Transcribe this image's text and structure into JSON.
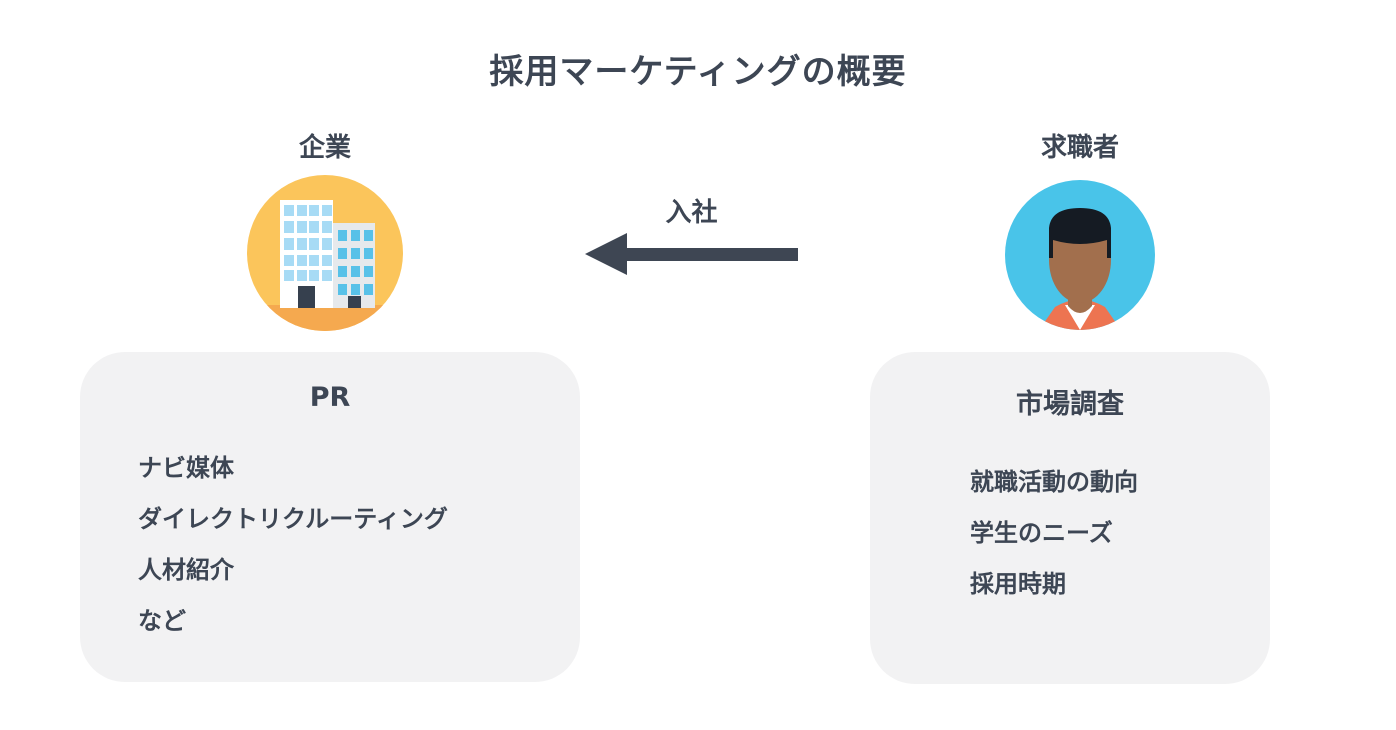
{
  "title": "採用マーケティングの概要",
  "company": {
    "label": "企業",
    "icon": "building-icon"
  },
  "jobseeker": {
    "label": "求職者",
    "icon": "person-icon"
  },
  "arrow": {
    "label": "入社",
    "direction": "right-to-left"
  },
  "pr_box": {
    "heading": "PR",
    "items": [
      "ナビ媒体",
      "ダイレクトリクルーティング",
      "人材紹介",
      "など"
    ]
  },
  "research_box": {
    "heading": "市場調査",
    "items": [
      "就職活動の動向",
      "学生のニーズ",
      "採用時期"
    ]
  },
  "colors": {
    "text": "#3D4654",
    "box_background": "#F2F2F3",
    "company_circle": "#FBC55B",
    "company_ground": "#F5A94F",
    "building_left": "#FFFFFF",
    "building_left_windows": "#A7DBF5",
    "building_right": "#E6E9EC",
    "building_right_windows": "#58C1E8",
    "door": "#36404E",
    "jobseeker_circle": "#49C4E9",
    "skin": "#A26F4D",
    "hair": "#151B23",
    "shirt": "#ED7451",
    "arrow": "#3E4653"
  }
}
